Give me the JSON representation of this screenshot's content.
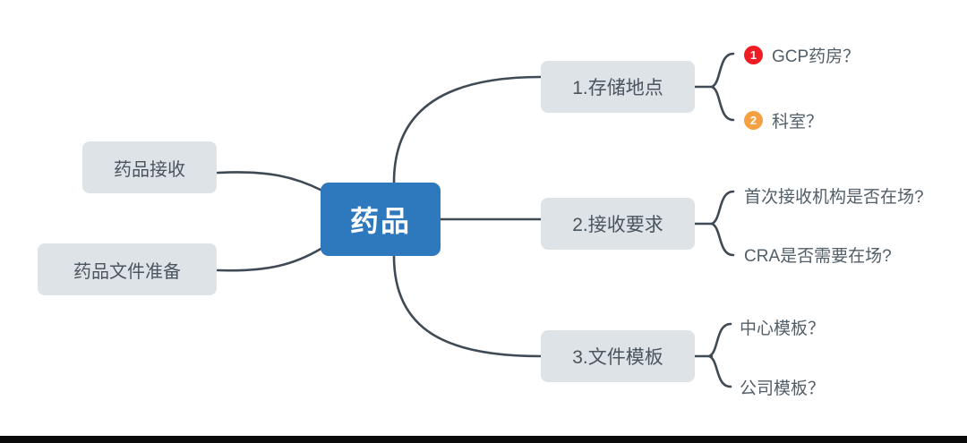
{
  "diagram": {
    "type": "mind-map",
    "center": {
      "label": "药品"
    },
    "left_nodes": [
      {
        "label": "药品接收"
      },
      {
        "label": "药品文件准备"
      }
    ],
    "right_branches": [
      {
        "label": "1.存储地点",
        "children": [
          {
            "badge": "1",
            "badge_color": "#f01c24",
            "label": "GCP药房？"
          },
          {
            "badge": "2",
            "badge_color": "#f5a142",
            "label": "科室？"
          }
        ]
      },
      {
        "label": "2.接收要求",
        "children": [
          {
            "badge": "",
            "badge_color": "",
            "label": "首次接收机构是否在场?"
          },
          {
            "badge": "",
            "badge_color": "",
            "label": "CRA是否需要在场?"
          }
        ]
      },
      {
        "label": "3.文件模板",
        "children": [
          {
            "badge": "",
            "badge_color": "",
            "label": "中心模板？"
          },
          {
            "badge": "",
            "badge_color": "",
            "label": "公司模板？"
          }
        ]
      }
    ],
    "colors": {
      "center_fill": "#2e78bd",
      "node_fill": "#dde3e6",
      "node_text": "#4a5560",
      "edge": "#3f4a55",
      "background": "#ffffff",
      "bottom_bar": "#0a0a0a"
    }
  }
}
